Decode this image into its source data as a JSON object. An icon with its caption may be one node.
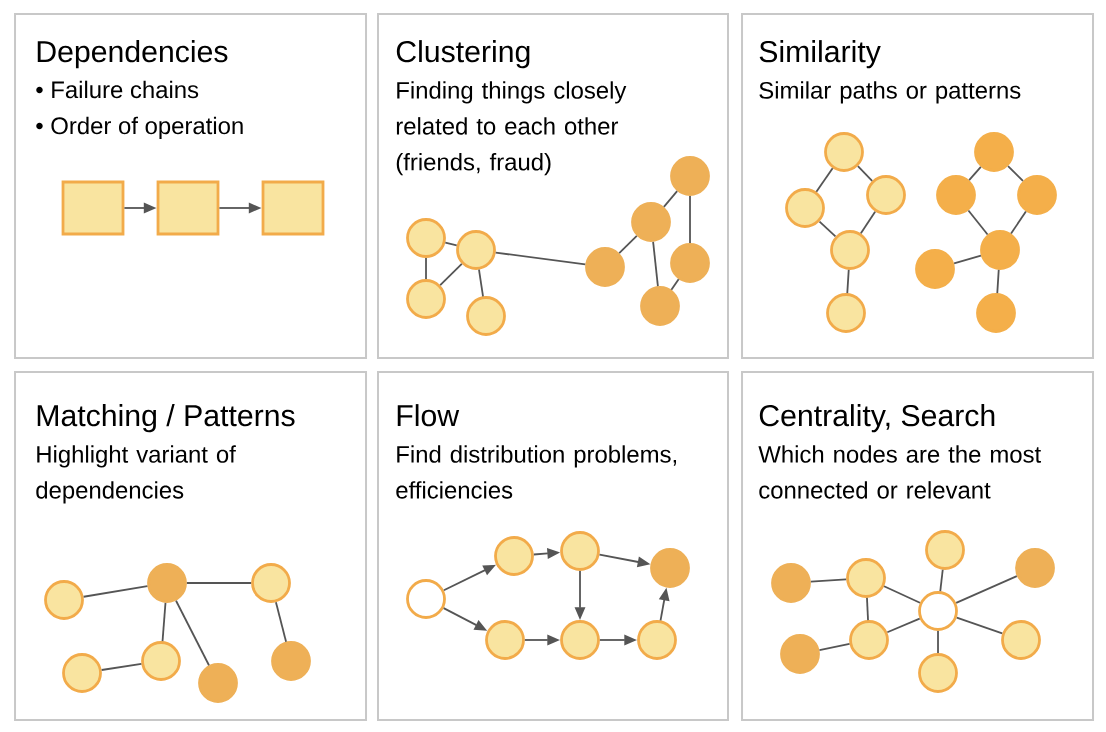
{
  "diagram": {
    "nodes": [
      {
        "text": [
          "Dependencies",
          "• Failure chains",
          "• Order of operation"
        ]
      },
      {
        "text": [
          "Clustering",
          "Finding things closely related to each other (friends, fraud)"
        ]
      },
      {
        "text": [
          "Similarity",
          "Similar paths or patterns"
        ]
      },
      {
        "text": [
          "Matching / Patterns",
          "Highlight variant of dependencies"
        ]
      },
      {
        "text": [
          "Flow",
          "Find distribution problems, efficiencies"
        ]
      },
      {
        "text": [
          "Centrality, Search",
          "Which nodes are the most connected or relevant"
        ]
      },
      {
        "text": [],
        "shape": "box",
        "in": 0
      },
      {
        "text": [],
        "shape": "box",
        "in": 0
      },
      {
        "text": [],
        "shape": "box",
        "in": 0
      },
      {
        "text": [],
        "shape": "circle",
        "in": 1
      },
      {
        "text": [],
        "shape": "circle",
        "in": 1
      },
      {
        "text": [],
        "shape": "circle",
        "in": 1
      },
      {
        "text": [],
        "shape": "circle",
        "in": 1
      },
      {
        "text": [],
        "shape": "circle",
        "in": 1
      },
      {
        "text": [],
        "shape": "circle",
        "in": 1
      },
      {
        "text": [],
        "shape": "circle",
        "in": 1
      },
      {
        "text": [],
        "shape": "circle",
        "in": 1
      },
      {
        "text": [],
        "shape": "circle",
        "in": 1
      },
      {
        "text": [],
        "shape": "circle",
        "in": 2
      },
      {
        "text": [],
        "shape": "circle",
        "in": 2
      },
      {
        "text": [],
        "shape": "circle",
        "in": 2
      },
      {
        "text": [],
        "shape": "circle",
        "in": 2
      },
      {
        "text": [],
        "shape": "circle",
        "in": 2
      },
      {
        "text": [],
        "shape": "circle",
        "in": 2
      },
      {
        "text": [],
        "shape": "circle",
        "in": 2
      },
      {
        "text": [],
        "shape": "circle",
        "in": 2
      },
      {
        "text": [],
        "shape": "circle",
        "in": 2
      },
      {
        "text": [],
        "shape": "circle",
        "in": 2
      },
      {
        "text": [],
        "shape": "circle",
        "in": 2
      },
      {
        "text": [],
        "shape": "circle",
        "in": 3
      },
      {
        "text": [],
        "shape": "circle",
        "in": 3
      },
      {
        "text": [],
        "shape": "circle",
        "in": 3
      },
      {
        "text": [],
        "shape": "circle",
        "in": 3
      },
      {
        "text": [],
        "shape": "circle",
        "in": 3
      },
      {
        "text": [],
        "shape": "circle",
        "in": 3
      },
      {
        "text": [],
        "shape": "circle",
        "in": 3
      },
      {
        "text": [],
        "shape": "circle",
        "in": 4
      },
      {
        "text": [],
        "shape": "circle",
        "in": 4
      },
      {
        "text": [],
        "shape": "circle",
        "in": 4
      },
      {
        "text": [],
        "shape": "circle",
        "in": 4
      },
      {
        "text": [],
        "shape": "circle",
        "in": 4
      },
      {
        "text": [],
        "shape": "circle",
        "in": 4
      },
      {
        "text": [],
        "shape": "circle",
        "in": 4
      },
      {
        "text": [],
        "shape": "circle",
        "in": 5
      },
      {
        "text": [],
        "shape": "circle",
        "in": 5
      },
      {
        "text": [],
        "shape": "circle",
        "in": 5
      },
      {
        "text": [],
        "shape": "circle",
        "in": 5
      },
      {
        "text": [],
        "shape": "circle",
        "in": 5
      },
      {
        "text": [],
        "shape": "circle",
        "in": 5
      },
      {
        "text": [],
        "shape": "circle",
        "in": 5
      },
      {
        "text": [],
        "shape": "circle",
        "in": 5
      },
      {
        "text": [],
        "shape": "circle",
        "in": 5
      }
    ],
    "edges": [
      {
        "from": 6,
        "to": 7,
        "arrow": "to"
      },
      {
        "from": 7,
        "to": 8,
        "arrow": "to"
      },
      {
        "from": 9,
        "to": 10,
        "arrow": "none"
      },
      {
        "from": 9,
        "to": 11,
        "arrow": "none"
      },
      {
        "from": 10,
        "to": 11,
        "arrow": "none"
      },
      {
        "from": 10,
        "to": 12,
        "arrow": "none"
      },
      {
        "from": 10,
        "to": 13,
        "arrow": "none"
      },
      {
        "from": 13,
        "to": 14,
        "arrow": "none"
      },
      {
        "from": 14,
        "to": 15,
        "arrow": "none"
      },
      {
        "from": 15,
        "to": 16,
        "arrow": "none"
      },
      {
        "from": 14,
        "to": 17,
        "arrow": "none"
      },
      {
        "from": 16,
        "to": 17,
        "arrow": "none"
      },
      {
        "from": 18,
        "to": 19,
        "arrow": "none"
      },
      {
        "from": 18,
        "to": 20,
        "arrow": "none"
      },
      {
        "from": 19,
        "to": 21,
        "arrow": "none"
      },
      {
        "from": 20,
        "to": 21,
        "arrow": "none"
      },
      {
        "from": 21,
        "to": 22,
        "arrow": "none"
      },
      {
        "from": 23,
        "to": 24,
        "arrow": "none"
      },
      {
        "from": 23,
        "to": 25,
        "arrow": "none"
      },
      {
        "from": 24,
        "to": 26,
        "arrow": "none"
      },
      {
        "from": 25,
        "to": 26,
        "arrow": "none"
      },
      {
        "from": 26,
        "to": 27,
        "arrow": "none"
      },
      {
        "from": 26,
        "to": 28,
        "arrow": "none"
      },
      {
        "from": 29,
        "to": 30,
        "arrow": "none"
      },
      {
        "from": 30,
        "to": 31,
        "arrow": "none"
      },
      {
        "from": 30,
        "to": 33,
        "arrow": "none"
      },
      {
        "from": 30,
        "to": 34,
        "arrow": "none"
      },
      {
        "from": 31,
        "to": 35,
        "arrow": "none"
      },
      {
        "from": 32,
        "to": 33,
        "arrow": "none"
      },
      {
        "from": 36,
        "to": 37,
        "arrow": "to"
      },
      {
        "from": 36,
        "to": 40,
        "arrow": "to"
      },
      {
        "from": 37,
        "to": 38,
        "arrow": "to"
      },
      {
        "from": 38,
        "to": 39,
        "arrow": "to"
      },
      {
        "from": 38,
        "to": 41,
        "arrow": "to"
      },
      {
        "from": 40,
        "to": 41,
        "arrow": "to"
      },
      {
        "from": 41,
        "to": 42,
        "arrow": "to"
      },
      {
        "from": 42,
        "to": 39,
        "arrow": "to"
      },
      {
        "from": 43,
        "to": 44,
        "arrow": "none"
      },
      {
        "from": 44,
        "to": 47,
        "arrow": "none"
      },
      {
        "from": 44,
        "to": 49,
        "arrow": "none"
      },
      {
        "from": 45,
        "to": 47,
        "arrow": "none"
      },
      {
        "from": 46,
        "to": 47,
        "arrow": "none"
      },
      {
        "from": 48,
        "to": 49,
        "arrow": "none"
      },
      {
        "from": 49,
        "to": 47,
        "arrow": "none"
      },
      {
        "from": 50,
        "to": 47,
        "arrow": "none"
      },
      {
        "from": 51,
        "to": 47,
        "arrow": "none"
      }
    ]
  }
}
